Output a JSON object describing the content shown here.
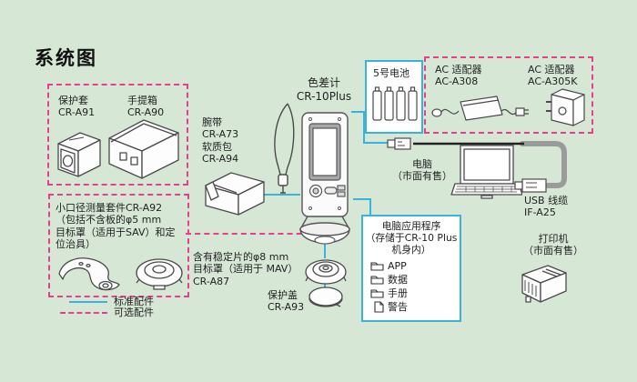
{
  "title": "系统图",
  "legend": {
    "standard": "标准配件",
    "optional": "可选配件",
    "standard_color": "#39b2dc",
    "optional_color": "#e83e8c"
  },
  "colors": {
    "background": "#d6e7d6",
    "text": "#222222"
  },
  "case_box": {
    "items": [
      {
        "name": "保护套",
        "model": "CR-A91"
      },
      {
        "name": "手提箱",
        "model": "CR-A90"
      }
    ]
  },
  "strap": {
    "lines": [
      "腕带",
      "CR-A73",
      "软质包",
      "CR-A94"
    ]
  },
  "device": {
    "name": "色差计",
    "model": "CR-10Plus"
  },
  "battery": {
    "label": "5号电池"
  },
  "ac_box": {
    "items": [
      {
        "name": "AC 适配器",
        "model": "AC-A308"
      },
      {
        "name": "AC 适配器",
        "model": "AC-A305K"
      }
    ]
  },
  "computer": {
    "lines": [
      "电脑",
      "（市面有售）"
    ]
  },
  "usb": {
    "lines": [
      "USB 线缆",
      "IF-A25"
    ]
  },
  "app_box": {
    "title_lines": [
      "电脑应用程序",
      "（存储于CR-10 Plus",
      "机身内）"
    ],
    "items": [
      {
        "icon": "folder",
        "label": "APP"
      },
      {
        "icon": "folder",
        "label": "数据"
      },
      {
        "icon": "folder",
        "label": "手册"
      },
      {
        "icon": "file",
        "label": "警告"
      }
    ]
  },
  "printer": {
    "lines": [
      "打印机",
      "（市面有售）"
    ]
  },
  "kit": {
    "lines": [
      "小口径测量套件CR-A92",
      "（包括不含板的φ5 mm",
      "目标罩（适用于SAV）和定",
      "位治具）"
    ]
  },
  "mask8": {
    "lines": [
      "含有稳定片的φ8 mm",
      "目标罩（适用于 MAV）",
      "CR-A87"
    ]
  },
  "cap": {
    "lines": [
      "保护盖",
      "CR-A93"
    ]
  }
}
